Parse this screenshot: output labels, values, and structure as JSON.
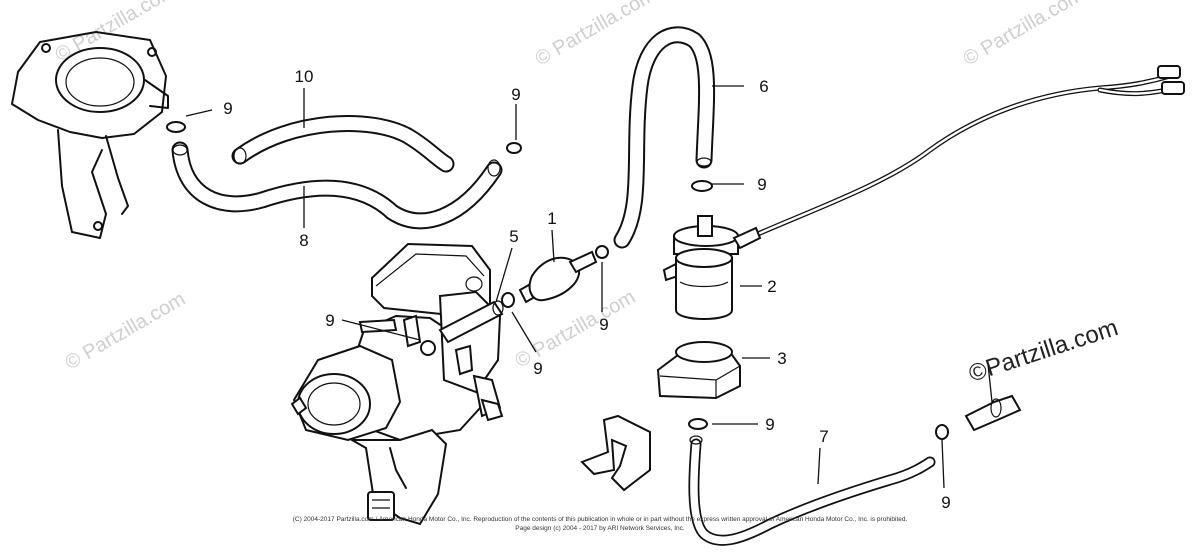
{
  "watermark": {
    "text": "© Partzilla.com",
    "emphasized_text": "©Partzilla.com"
  },
  "callouts": [
    {
      "id": "c10",
      "text": "10"
    },
    {
      "id": "c9a",
      "text": "9"
    },
    {
      "id": "c9b",
      "text": "9"
    },
    {
      "id": "c8",
      "text": "8"
    },
    {
      "id": "c6",
      "text": "6"
    },
    {
      "id": "c9c",
      "text": "9"
    },
    {
      "id": "c5",
      "text": "5"
    },
    {
      "id": "c1",
      "text": "1"
    },
    {
      "id": "c2",
      "text": "2"
    },
    {
      "id": "c9d",
      "text": "9"
    },
    {
      "id": "c9e",
      "text": "9"
    },
    {
      "id": "c9f",
      "text": "9"
    },
    {
      "id": "c3",
      "text": "3"
    },
    {
      "id": "c9g",
      "text": "9"
    },
    {
      "id": "c7",
      "text": "7"
    },
    {
      "id": "c9h",
      "text": "9"
    }
  ],
  "footer": {
    "line1": "(C) 2004-2017 Partzilla.com / American Honda Motor Co., Inc. Reproduction of the contents of this publication in whole or in part without the express written approval of American Honda Motor Co., Inc. is prohibited.",
    "line2": "Page design (c) 2004 - 2017 by ARI Network Services, Inc."
  }
}
